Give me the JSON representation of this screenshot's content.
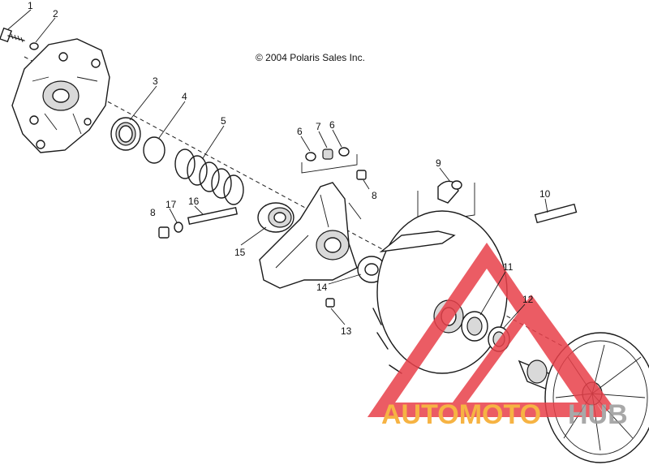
{
  "copyright": "© 2004 Polaris Sales Inc.",
  "watermark": {
    "text_orange": "AUTOMOTO",
    "text_gray": "HUB",
    "color_red": "#e8404a",
    "color_orange": "#f5a623",
    "color_gray": "#9a9a9a"
  },
  "callouts": [
    "1",
    "2",
    "3",
    "4",
    "5",
    "6",
    "7",
    "6",
    "8",
    "9",
    "10",
    "8",
    "17",
    "16",
    "15",
    "11",
    "12",
    "14",
    "13"
  ]
}
